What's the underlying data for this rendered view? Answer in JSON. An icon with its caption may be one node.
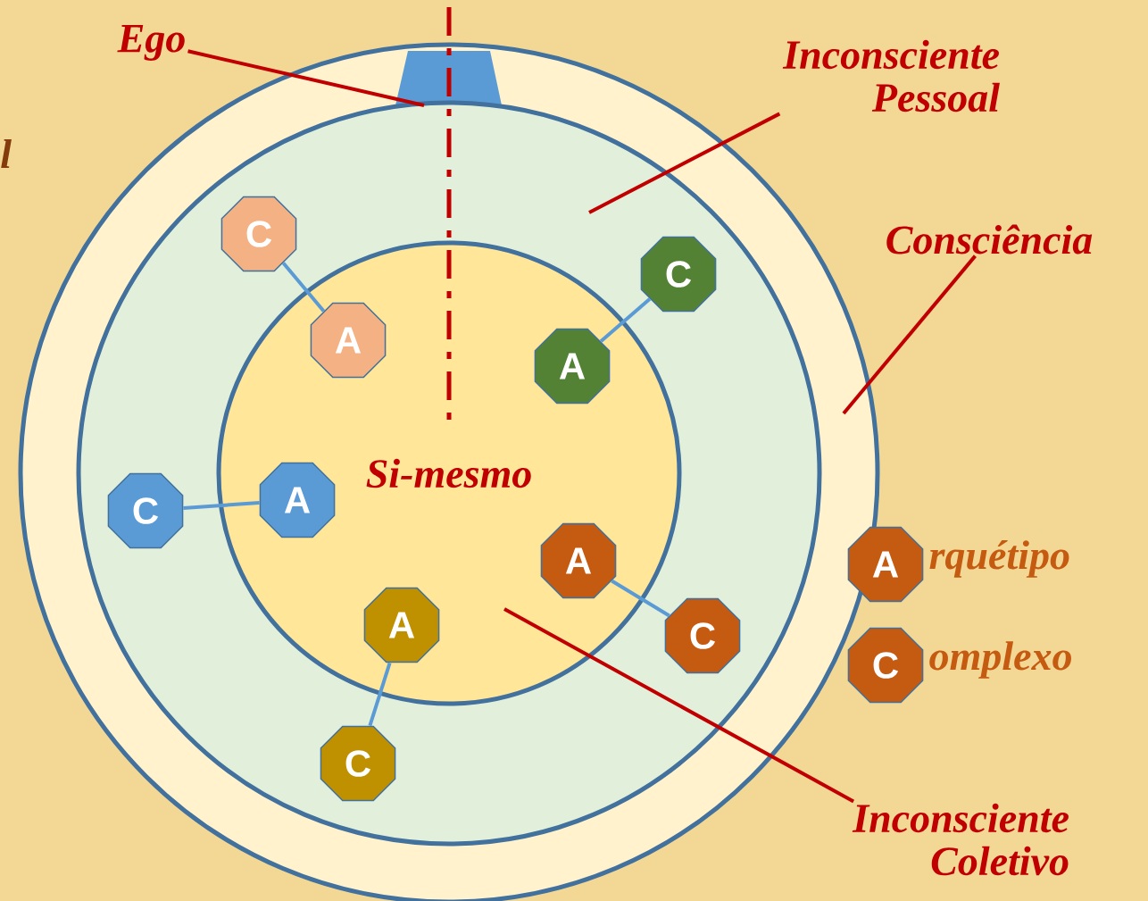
{
  "diagram": {
    "nodes": [
      {
        "text": [],
        "shape": "circle"
      },
      {
        "text": [],
        "shape": "circle",
        "in": 0
      },
      {
        "text": [
          "Si-mesmo"
        ],
        "in": 1
      },
      {
        "text": [],
        "shape": "trapezoid",
        "in": 0
      },
      {
        "text": [
          "Ego"
        ]
      },
      {
        "text": [
          "Inconsciente Pessoal"
        ]
      },
      {
        "text": [
          "Consciência"
        ]
      },
      {
        "text": [
          "Inconsciente Coletivo"
        ]
      },
      {
        "text": [
          "C"
        ],
        "in": 1
      },
      {
        "text": [
          "A"
        ],
        "in": 2
      },
      {
        "text": [
          "C"
        ],
        "in": 1
      },
      {
        "text": [
          "A"
        ],
        "in": 2
      },
      {
        "text": [
          "C"
        ],
        "in": 1
      },
      {
        "text": [
          "A"
        ],
        "in": 2
      },
      {
        "text": [
          "A"
        ],
        "in": 2
      },
      {
        "text": [
          "C"
        ],
        "in": 1
      },
      {
        "text": [
          "A"
        ],
        "in": 2
      },
      {
        "text": [
          "C"
        ],
        "in": 1
      },
      {
        "text": [
          "A"
        ],
        "beside": [
          "rquétipo"
        ]
      },
      {
        "text": [
          "C"
        ],
        "beside": [
          "omplexo"
        ]
      }
    ],
    "edges": [
      {
        "from": 8,
        "to": 9,
        "arrow": "none"
      },
      {
        "from": 10,
        "to": 11,
        "arrow": "none"
      },
      {
        "from": 12,
        "to": 13,
        "arrow": "none"
      },
      {
        "from": 14,
        "to": 15,
        "arrow": "none"
      },
      {
        "from": 16,
        "to": 17,
        "arrow": "none"
      },
      {
        "from": 4,
        "to": 3,
        "arrow": "none",
        "color": "#c00000"
      },
      {
        "from": 5,
        "to": 1,
        "arrow": "none",
        "color": "#c00000"
      },
      {
        "from": 6,
        "to": 0,
        "arrow": "none",
        "color": "#c00000"
      },
      {
        "from": 7,
        "to": 2,
        "arrow": "none",
        "color": "#c00000"
      }
    ],
    "labels": [
      "l"
    ]
  }
}
